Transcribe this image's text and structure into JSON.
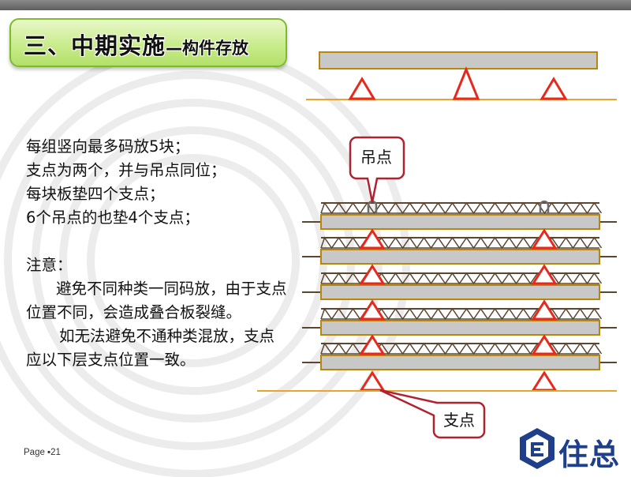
{
  "title": {
    "main": "三、中期实施",
    "sub": "—构件存放"
  },
  "body": {
    "lines": [
      "每组竖向最多码放5块；",
      "支点为两个，并与吊点同位；",
      "每块板垫四个支点；",
      "6个吊点的也垫4个支点；"
    ],
    "note_label": "注意：",
    "note_lines": [
      "避免不同种类一同码放，由于支点",
      "位置不同，会造成叠合板裂缝。",
      "如无法避免不通种类混放，支点",
      "应以下层支点位置一致。"
    ]
  },
  "diagram": {
    "callout_lift": "吊点",
    "callout_support": "支点",
    "colors": {
      "slab_fill": "#c8c8c8",
      "slab_border": "#b8860b",
      "triangle": "#e8281c",
      "ground": "#e7a42f",
      "truss": "#5a4631",
      "callout_border": "#b0222f"
    }
  },
  "footer": {
    "page": "Page ▪21",
    "logo_text": "住总"
  }
}
